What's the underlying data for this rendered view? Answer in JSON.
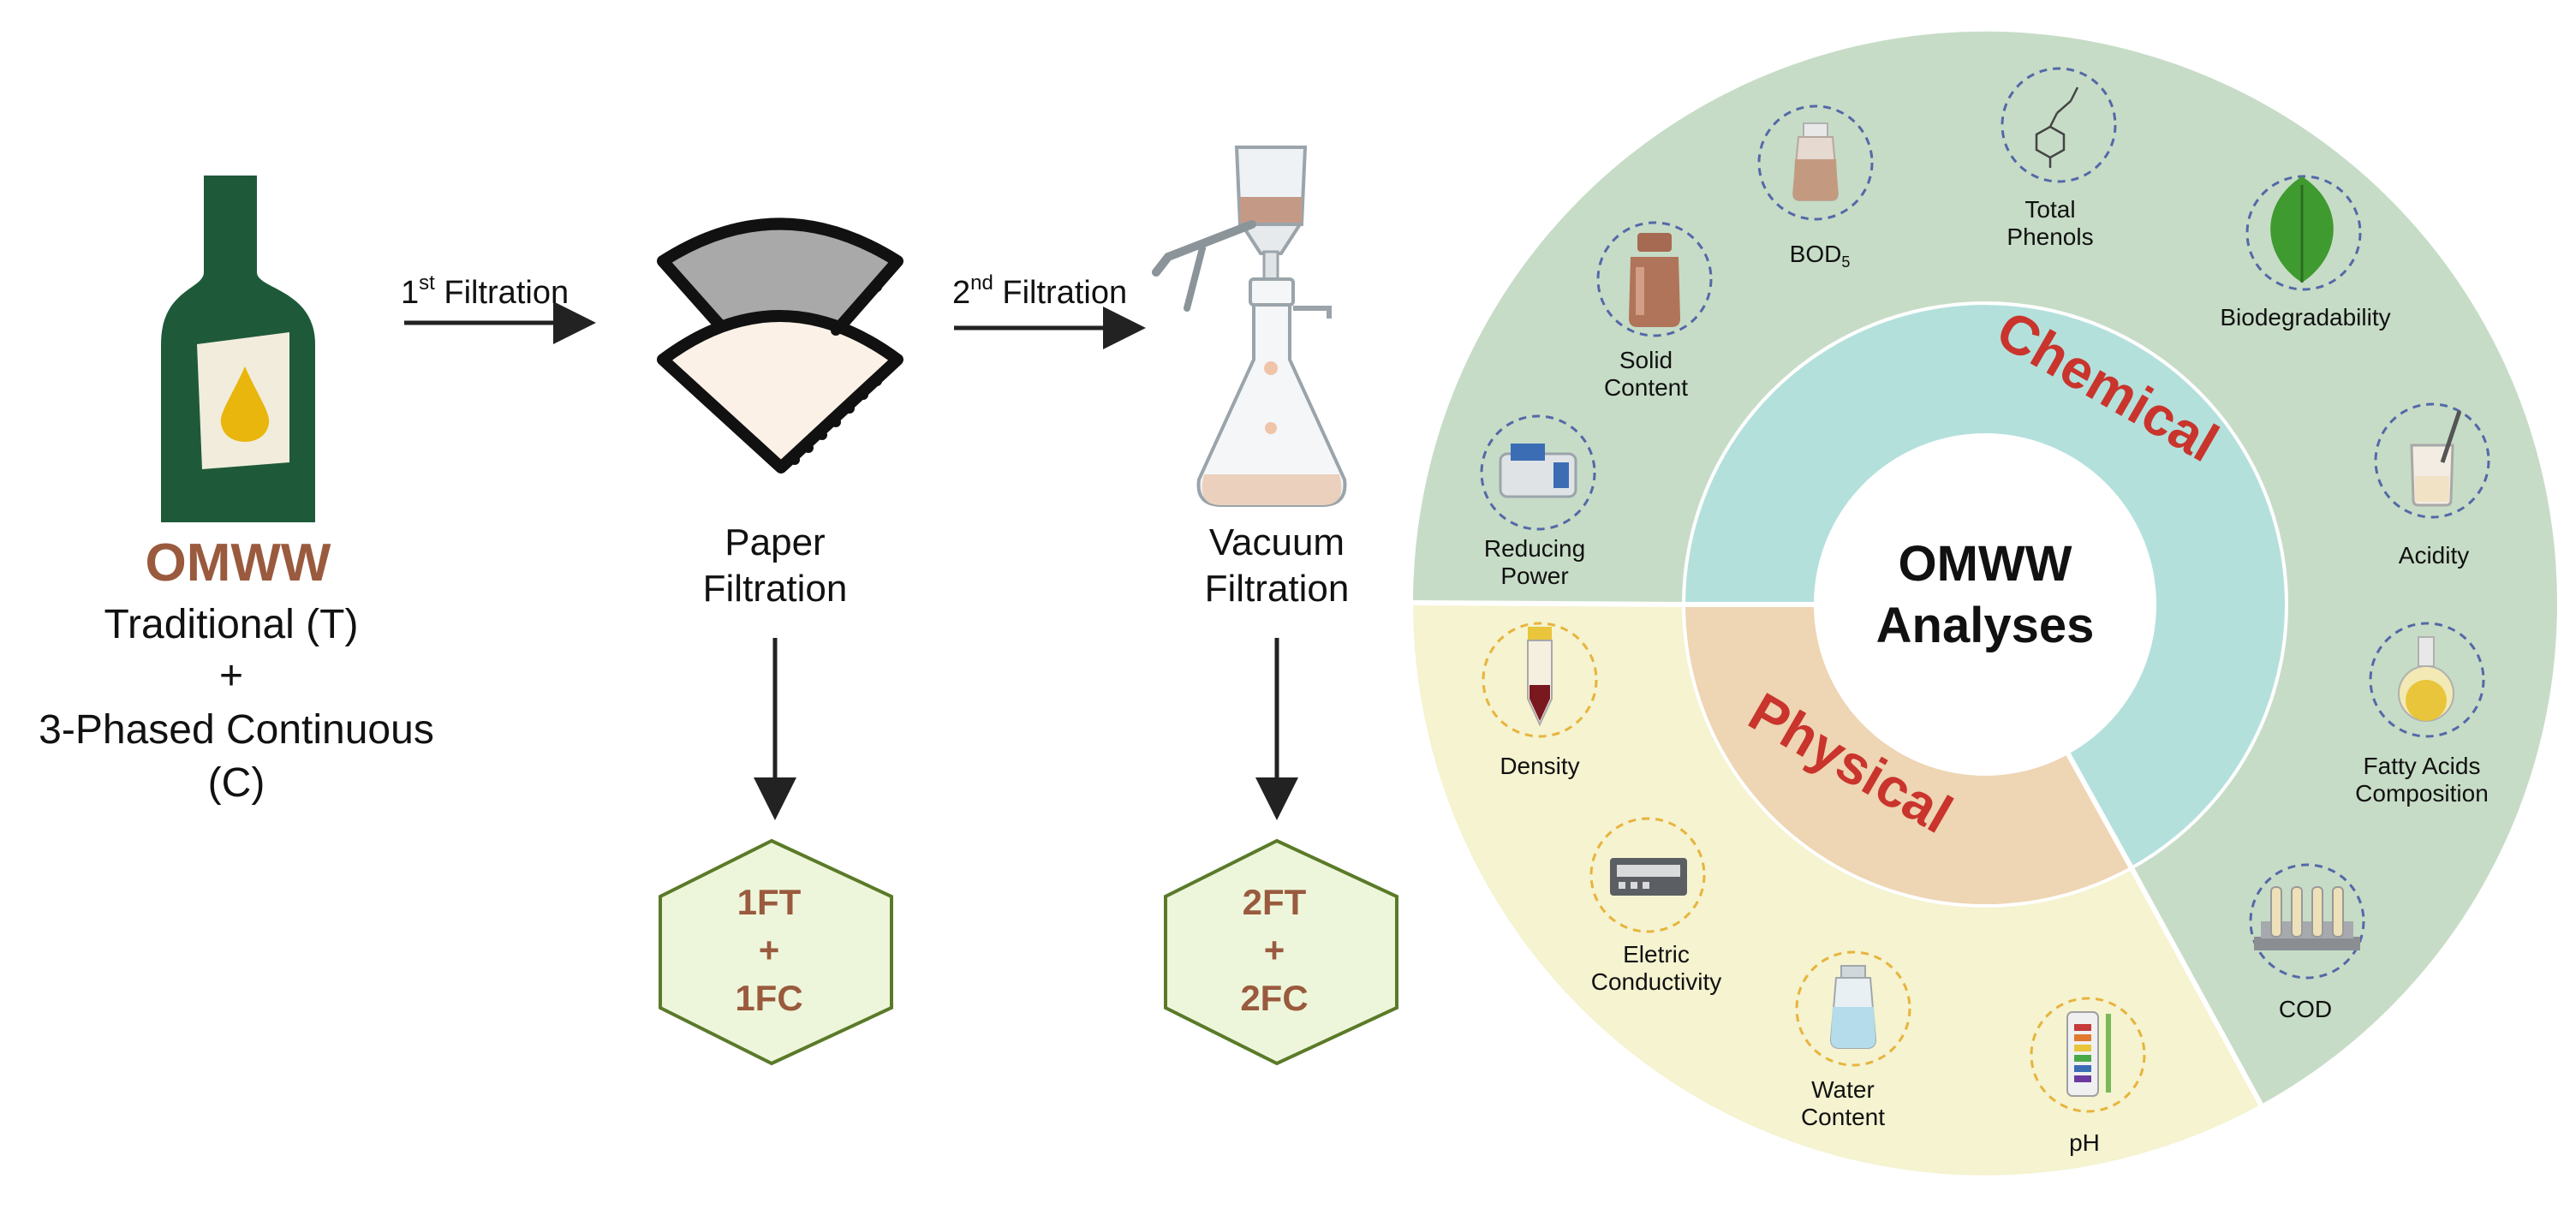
{
  "source": {
    "name": "OMWW",
    "line1": "Traditional (T)",
    "plus": "+",
    "line2": "3-Phased Continuous",
    "line3": "(C)"
  },
  "step1": {
    "arrow_base": "1",
    "arrow_sup": "st",
    "arrow_rest": " Filtration",
    "label_line1": "Paper",
    "label_line2": "Filtration",
    "product_line1": "1FT",
    "product_line2": "+",
    "product_line3": "1FC"
  },
  "step2": {
    "arrow_base": "2",
    "arrow_sup": "nd",
    "arrow_rest": " Filtration",
    "label_line1": "Vacuum",
    "label_line2": "Filtration",
    "product_line1": "2FT",
    "product_line2": "+",
    "product_line3": "2FC"
  },
  "wheel": {
    "center_line1": "OMWW",
    "center_line2": "Analyses",
    "chemical_label": "Chemical",
    "physical_label": "Physical",
    "chemical_items": [
      {
        "line1": "Reducing",
        "line2": "Power",
        "icon": "spectrophotometer-icon"
      },
      {
        "line1": "Solid",
        "line2": "Content",
        "icon": "brown-bottle-icon"
      },
      {
        "line1": "BOD",
        "sub": "5",
        "icon": "sample-bottle-icon"
      },
      {
        "line1": "Total",
        "line2": "Phenols",
        "icon": "phenol-molecule-icon"
      },
      {
        "line1": "Biodegradability",
        "icon": "leaf-icon"
      },
      {
        "line1": "Acidity",
        "icon": "beaker-icon"
      },
      {
        "line1": "Fatty Acids",
        "line2": "Composition",
        "icon": "oil-flask-icon"
      },
      {
        "line1": "COD",
        "icon": "test-tube-rack-icon"
      }
    ],
    "physical_items": [
      {
        "line1": "Density",
        "icon": "centrifuge-tube-icon"
      },
      {
        "line1": "Eletric",
        "line2": "Conductivity",
        "icon": "conductivity-meter-icon"
      },
      {
        "line1": "Water",
        "line2": "Content",
        "icon": "water-bottle-icon"
      },
      {
        "line1": "pH",
        "icon": "ph-strip-icon"
      }
    ]
  },
  "colors": {
    "bottle": "#1e5a3a",
    "oil": "#e8b60c",
    "omww_brown": "#9a5a3e",
    "hex_fill": "#edf6da",
    "hex_border": "#5a7a28",
    "chem_outer": "#c6dcc6",
    "phys_outer": "#f5f3d0",
    "chem_ring": "#b4e0dc",
    "phys_ring": "#eed5b3",
    "label_red": "#c9342c",
    "chem_dash": "#5468a8",
    "phys_dash": "#e7b43c"
  }
}
